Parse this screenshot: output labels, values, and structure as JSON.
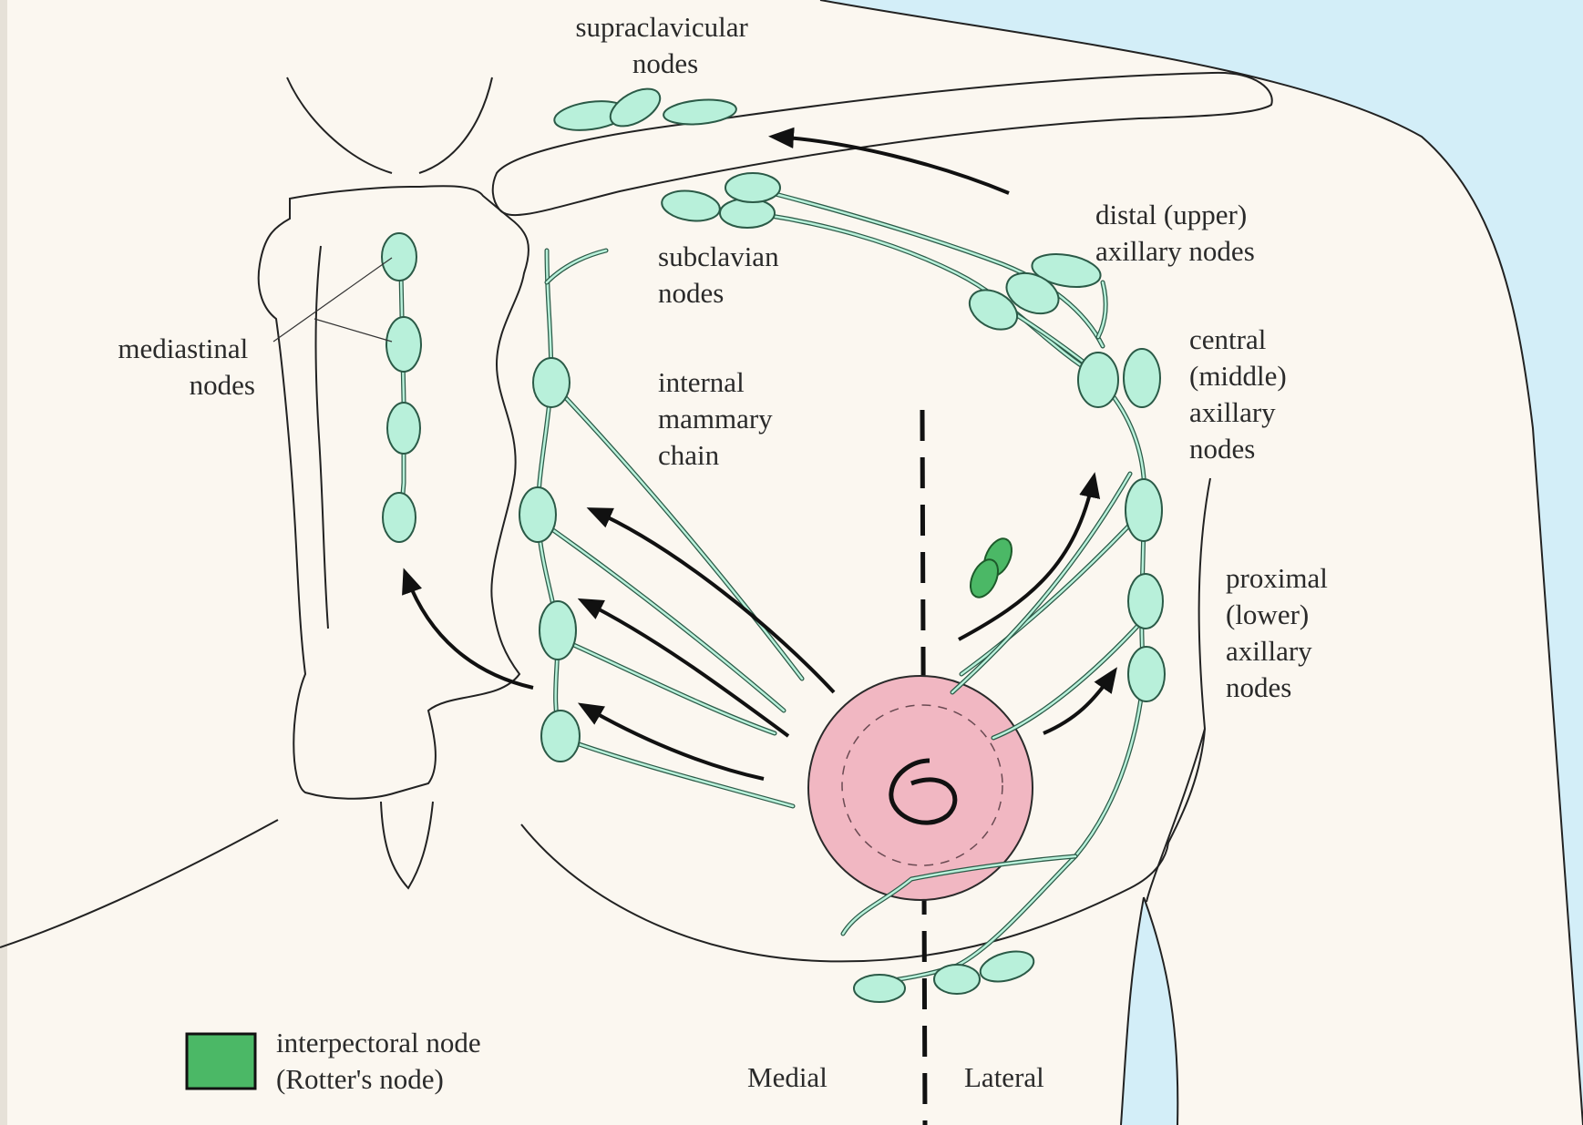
{
  "labels": {
    "supraclavicular_1": "supraclavicular",
    "supraclavicular_2": "nodes",
    "subclavian_1": "subclavian",
    "subclavian_2": "nodes",
    "distal_1": "distal (upper)",
    "distal_2": "axillary nodes",
    "mediastinal_1": "mediastinal",
    "mediastinal_2": "nodes",
    "internal_1": "internal",
    "internal_2": "mammary",
    "internal_3": "chain",
    "central_1": "central",
    "central_2": "(middle)",
    "central_3": "axillary",
    "central_4": "nodes",
    "proximal_1": "proximal",
    "proximal_2": "(lower)",
    "proximal_3": "axillary",
    "proximal_4": "nodes",
    "legend_1": "interpectoral node",
    "legend_2": "(Rotter's node)",
    "medial": "Medial",
    "lateral": "Lateral"
  },
  "colors": {
    "background": "#fbf7f0",
    "shoulder_shade": "#d3eef8",
    "lymph_node": "#b8f0da",
    "interpectoral_node": "#4bb866",
    "areola": "#f1b7c2"
  }
}
